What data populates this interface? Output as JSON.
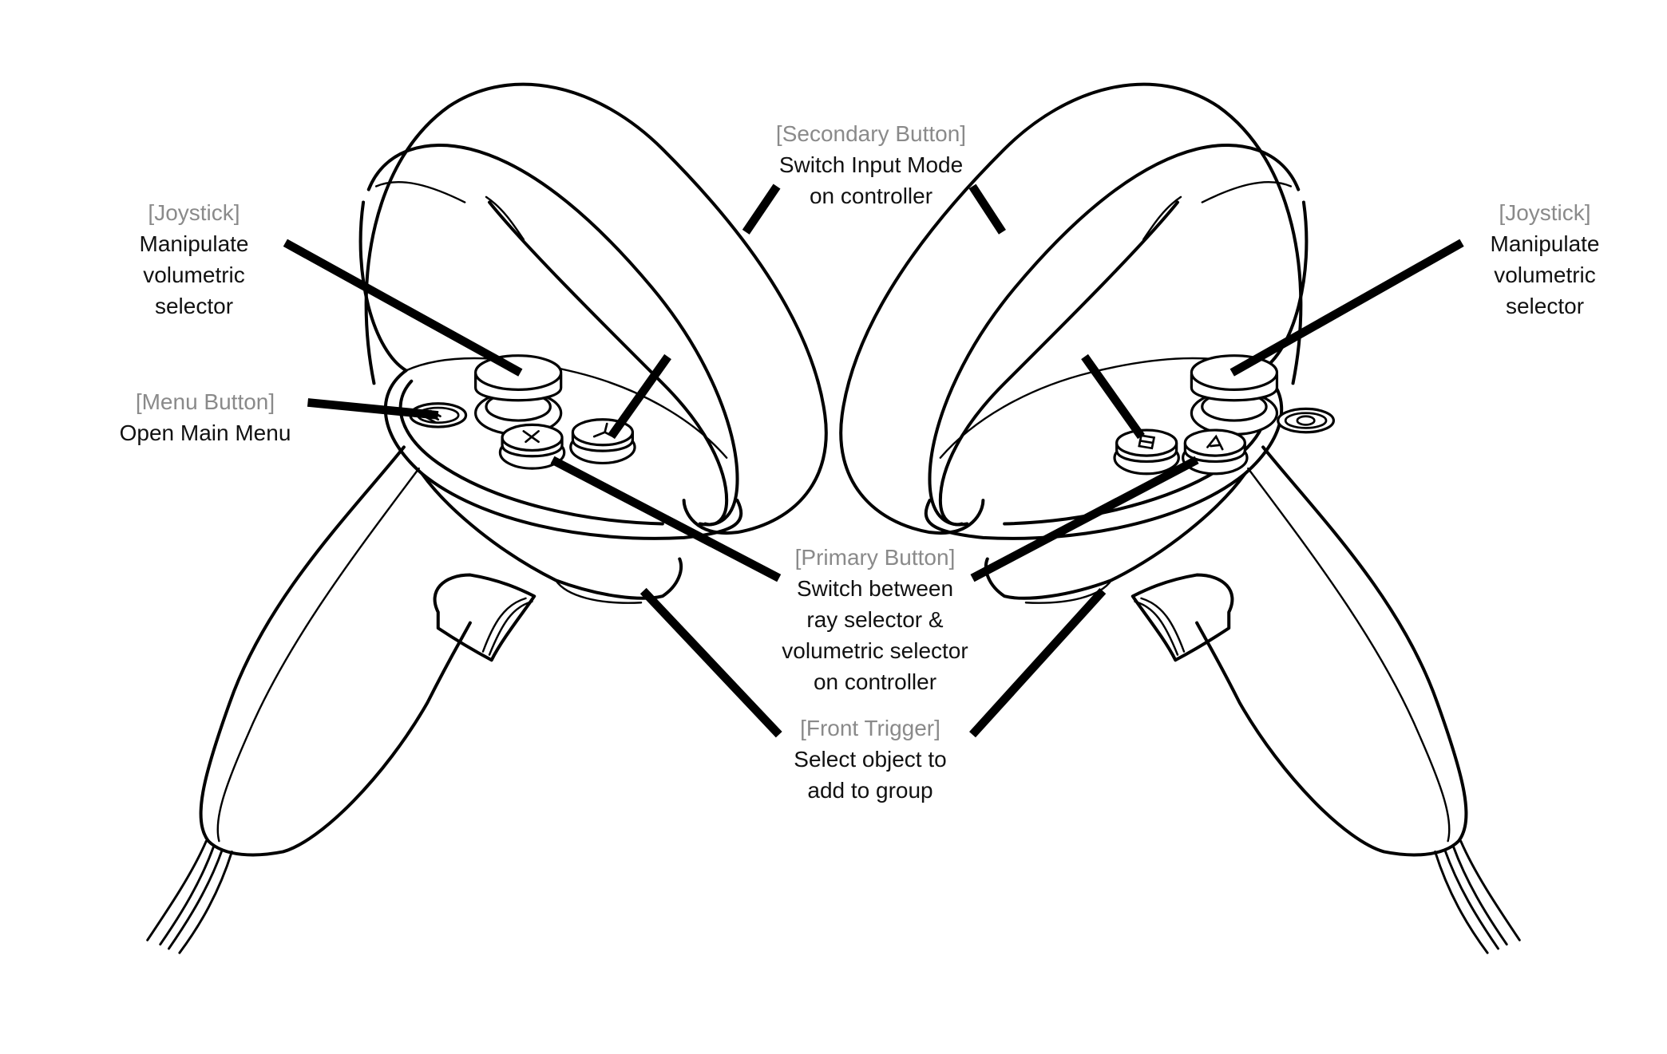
{
  "figure": {
    "description": "VR controller button mapping diagram (left and right touch controllers)",
    "background_color": "#ffffff",
    "tag_color": "#8a8a8a",
    "text_color": "#111111"
  },
  "controllers": {
    "left": {
      "buttons": [
        {
          "id": "joystick",
          "glyph": ""
        },
        {
          "id": "menu",
          "glyph": "≡"
        },
        {
          "id": "x",
          "glyph": "X"
        },
        {
          "id": "y",
          "glyph": "Y"
        }
      ]
    },
    "right": {
      "buttons": [
        {
          "id": "joystick",
          "glyph": ""
        },
        {
          "id": "oculus",
          "glyph": "◎"
        },
        {
          "id": "a",
          "glyph": "A"
        },
        {
          "id": "b",
          "glyph": "B"
        }
      ]
    }
  },
  "labels": {
    "secondary_button": {
      "tag": "[Secondary Button]",
      "lines": [
        "Switch Input Mode",
        "on controller"
      ]
    },
    "left_joystick": {
      "tag": "[Joystick]",
      "lines": [
        "Manipulate",
        "volumetric",
        "selector"
      ]
    },
    "right_joystick": {
      "tag": "[Joystick]",
      "lines": [
        "Manipulate",
        "volumetric",
        "selector"
      ]
    },
    "menu_button": {
      "tag": "[Menu Button]",
      "lines": [
        "Open Main Menu"
      ]
    },
    "primary_button": {
      "tag": "[Primary Button]",
      "lines": [
        "Switch between",
        "ray selector &",
        "volumetric selector",
        "on controller"
      ]
    },
    "front_trigger": {
      "tag": "[Front Trigger]",
      "lines": [
        "Select object to",
        "add to group"
      ]
    }
  }
}
